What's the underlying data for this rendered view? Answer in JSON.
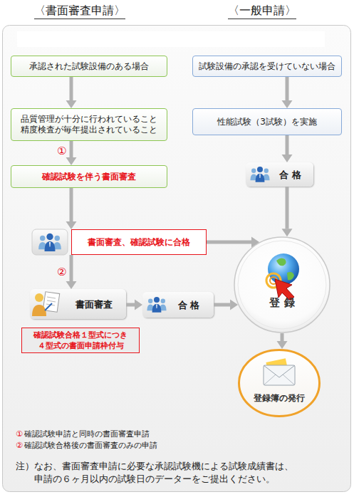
{
  "diagram": {
    "nodes": [
      {
        "text": [
          "承認された試験設備のある場合"
        ]
      },
      {
        "text": [
          "試験設備の承認を受けていない場合"
        ]
      },
      {
        "text": [
          "品質管理が十分に行われていること 精度検査が毎年提出されていること"
        ]
      },
      {
        "text": [
          "性能試験（3試験）を実施"
        ]
      },
      {
        "text": [
          "確認試験を伴う書面審査"
        ]
      },
      {
        "text": [
          "合 格"
        ]
      },
      {
        "text": [
          "書面審査、確認試験に合格"
        ]
      },
      {
        "text": [
          "登 録"
        ]
      },
      {
        "text": [
          "書面審査"
        ]
      },
      {
        "text": [
          "合 格"
        ]
      },
      {
        "text": [
          "確認試験合格１型式につき ４型式の書面申請枠付与"
        ]
      },
      {
        "text": [
          "登録簿の発行"
        ]
      }
    ],
    "edges": [
      {
        "from": 0,
        "to": 2,
        "arrow": "to"
      },
      {
        "from": 2,
        "to": 4,
        "arrow": "to"
      },
      {
        "from": 4,
        "to": 6,
        "arrow": "to"
      },
      {
        "from": 6,
        "to": 7,
        "arrow": "to"
      },
      {
        "from": 6,
        "to": 8,
        "arrow": "to"
      },
      {
        "from": 8,
        "to": 9,
        "arrow": "to"
      },
      {
        "from": 9,
        "to": 7,
        "arrow": "to"
      },
      {
        "from": 1,
        "to": 3,
        "arrow": "to"
      },
      {
        "from": 3,
        "to": 5,
        "arrow": "to"
      },
      {
        "from": 5,
        "to": 7,
        "arrow": "to"
      },
      {
        "from": 7,
        "to": 11,
        "arrow": "to"
      }
    ],
    "labels": [
      "〈書面審査申請〉",
      "〈一般申請〉",
      "①",
      "②",
      "①",
      "確認試験申請と同時の書面審査申請",
      "②",
      "確認試験合格後の書面審査のみの申請",
      "注）なお、書面審査申請に必要な承認試験機による試験成績書は、 申請の６ヶ月以内の試験日のデーターをご提出ください。"
    ]
  }
}
